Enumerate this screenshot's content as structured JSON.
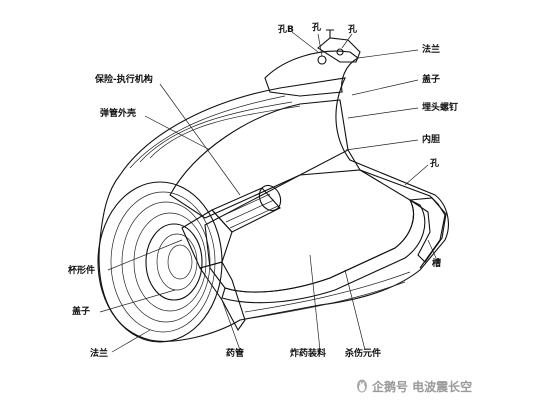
{
  "labels": {
    "hole_b": "孔B",
    "hole_top": "孔",
    "hole_top_right": "孔",
    "flange_top": "法兰",
    "cover_top": "盖子",
    "bolt": "埋头螺钉",
    "liner": "内胆",
    "hole_right": "孔",
    "safety_actuator": "保险-执行机构",
    "casing": "弹管外壳",
    "cup": "杯形件",
    "cover_bottom": "盖子",
    "flange_bottom": "法兰",
    "tube": "药管",
    "explosive": "炸药装料",
    "fragments": "杀伤元件",
    "groove": "槽"
  },
  "watermark": {
    "icon": "penguin-icon",
    "text": "企鹅号 电波震长空"
  }
}
